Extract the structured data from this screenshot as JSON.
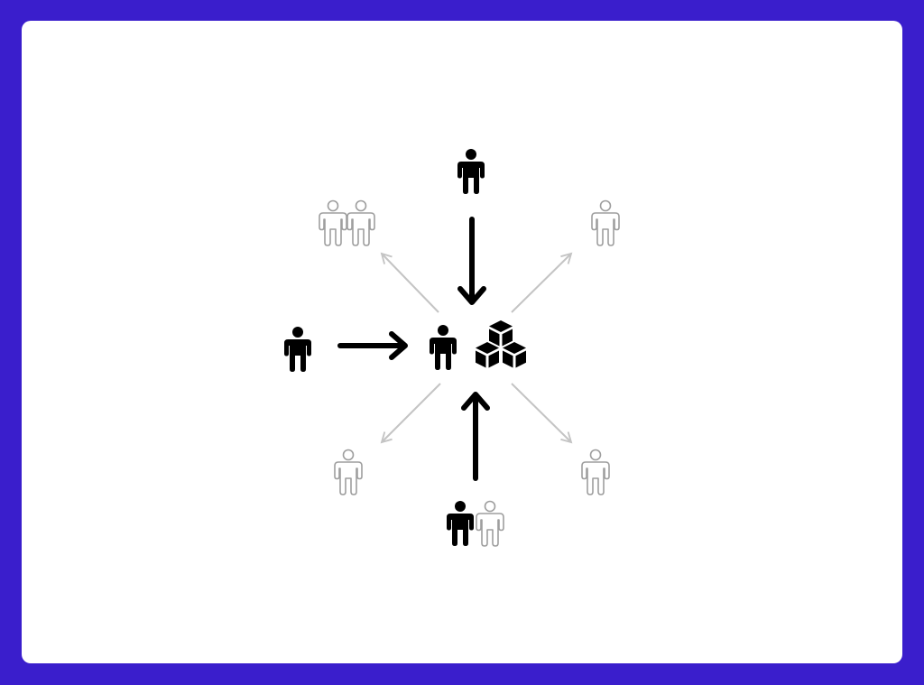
{
  "colors": {
    "frame_background": "#3A1ECC",
    "card_background": "#FFFFFF",
    "primary": "#000000",
    "muted": "#9E9E9E",
    "muted_arrow": "#C4C4C4"
  },
  "diagram": {
    "description_nodes": [
      {
        "id": "center-person",
        "icon": "person-filled-icon",
        "style": "primary"
      },
      {
        "id": "packages",
        "icon": "stacked-boxes-icon",
        "style": "primary"
      },
      {
        "id": "top-contributor",
        "icon": "person-filled-icon",
        "style": "primary"
      },
      {
        "id": "left-contributor",
        "icon": "person-filled-icon",
        "style": "primary"
      },
      {
        "id": "bottom-contributor",
        "icon": "person-filled-icon",
        "style": "primary"
      },
      {
        "id": "bottom-companion",
        "icon": "person-outline-icon",
        "style": "muted"
      },
      {
        "id": "top-left-consumers",
        "icon": "person-outline-icon",
        "count": 2,
        "style": "muted"
      },
      {
        "id": "top-right-consumer",
        "icon": "person-outline-icon",
        "style": "muted"
      },
      {
        "id": "bottom-left-consumer",
        "icon": "person-outline-icon",
        "style": "muted"
      },
      {
        "id": "bottom-right-consumer",
        "icon": "person-outline-icon",
        "style": "muted"
      }
    ],
    "edges": [
      {
        "from": "top-contributor",
        "to": "center-person",
        "style": "primary"
      },
      {
        "from": "left-contributor",
        "to": "center-person",
        "style": "primary"
      },
      {
        "from": "bottom-contributor",
        "to": "center-person",
        "style": "primary"
      },
      {
        "from": "center-person",
        "to": "top-left-consumers",
        "style": "muted"
      },
      {
        "from": "center-person",
        "to": "top-right-consumer",
        "style": "muted"
      },
      {
        "from": "center-person",
        "to": "bottom-left-consumer",
        "style": "muted"
      },
      {
        "from": "center-person",
        "to": "bottom-right-consumer",
        "style": "muted"
      }
    ]
  }
}
